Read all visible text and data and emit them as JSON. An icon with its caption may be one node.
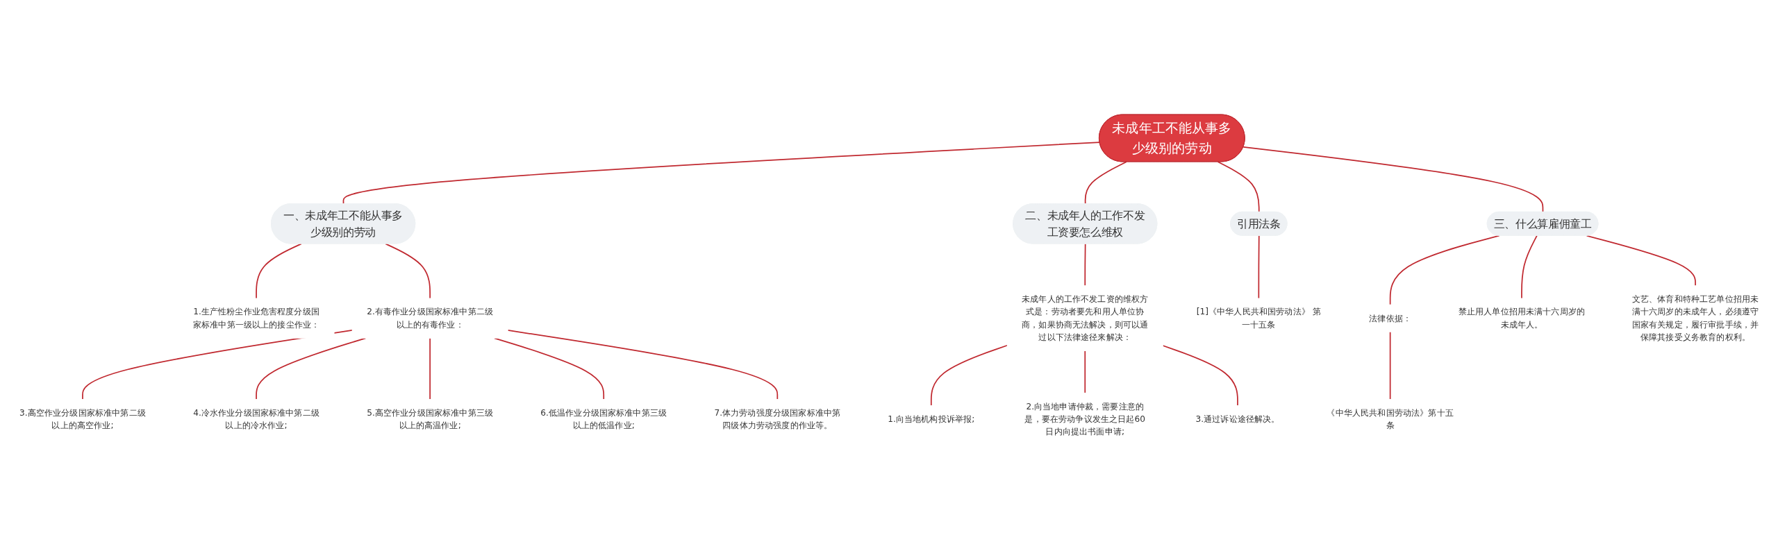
{
  "diagram": {
    "nodes": [
      {
        "text": [
          "未成年工不能从事多少级别的劳动"
        ]
      },
      {
        "text": [
          "一、未成年工不能从事多少级别的劳动"
        ]
      },
      {
        "text": [
          "1.生产性粉尘作业危害程度分级国家标准中第一级以上的接尘作业："
        ]
      },
      {
        "text": [
          "2.有毒作业分级国家标准中第二级以上的有毒作业："
        ]
      },
      {
        "text": [
          "3.高空作业分级国家标准中第二级以上的高空作业;"
        ]
      },
      {
        "text": [
          "4.冷水作业分级国家标准中第二级以上的冷水作业;"
        ]
      },
      {
        "text": [
          "5.高空作业分级国家标准中第三级以上的高温作业;"
        ]
      },
      {
        "text": [
          "6.低温作业分级国家标准中第三级以上的低温作业;"
        ]
      },
      {
        "text": [
          "7.体力劳动强度分级国家标准中第四级体力劳动强度的作业等。"
        ]
      },
      {
        "text": [
          "二、未成年人的工作不发工资要怎么维权"
        ]
      },
      {
        "text": [
          "未成年人的工作不发工资的维权方式是：劳动者要先和用人单位协商，如果协商无法解决，则可以通过以下法律途径来解决："
        ]
      },
      {
        "text": [
          "1.向当地机构投诉举报;"
        ]
      },
      {
        "text": [
          "2.向当地申请仲裁，需要注意的是，要在劳动争议发生之日起60日内向提出书面申请;"
        ]
      },
      {
        "text": [
          "3.通过诉讼途径解决。"
        ]
      },
      {
        "text": [
          "引用法条"
        ]
      },
      {
        "text": [
          "[1]《中华人民共和国劳动法》 第一十五条"
        ]
      },
      {
        "text": [
          "三、什么算雇佣童工"
        ]
      },
      {
        "text": [
          "法律依据："
        ]
      },
      {
        "text": [
          "《中华人民共和国劳动法》第十五条"
        ]
      },
      {
        "text": [
          "禁止用人单位招用未满十六周岁的未成年人。"
        ]
      },
      {
        "text": [
          "文艺、体育和特种工艺单位招用未满十六周岁的未成年人，必须遵守国家有关规定，履行审批手续，并保障其接受义务教育的权利。"
        ]
      }
    ],
    "edges": [
      {
        "from": 0,
        "to": 1,
        "arrow": "none"
      },
      {
        "from": 1,
        "to": 2,
        "arrow": "none"
      },
      {
        "from": 1,
        "to": 3,
        "arrow": "none"
      },
      {
        "from": 3,
        "to": 4,
        "arrow": "none"
      },
      {
        "from": 3,
        "to": 5,
        "arrow": "none"
      },
      {
        "from": 3,
        "to": 6,
        "arrow": "none"
      },
      {
        "from": 3,
        "to": 7,
        "arrow": "none"
      },
      {
        "from": 3,
        "to": 8,
        "arrow": "none"
      },
      {
        "from": 0,
        "to": 9,
        "arrow": "none"
      },
      {
        "from": 9,
        "to": 10,
        "arrow": "none"
      },
      {
        "from": 10,
        "to": 11,
        "arrow": "none"
      },
      {
        "from": 10,
        "to": 12,
        "arrow": "none"
      },
      {
        "from": 10,
        "to": 13,
        "arrow": "none"
      },
      {
        "from": 0,
        "to": 14,
        "arrow": "none"
      },
      {
        "from": 14,
        "to": 15,
        "arrow": "none"
      },
      {
        "from": 0,
        "to": 16,
        "arrow": "none"
      },
      {
        "from": 16,
        "to": 17,
        "arrow": "none"
      },
      {
        "from": 17,
        "to": 18,
        "arrow": "none"
      },
      {
        "from": 16,
        "to": 19,
        "arrow": "none"
      },
      {
        "from": 16,
        "to": 20,
        "arrow": "none"
      }
    ]
  }
}
